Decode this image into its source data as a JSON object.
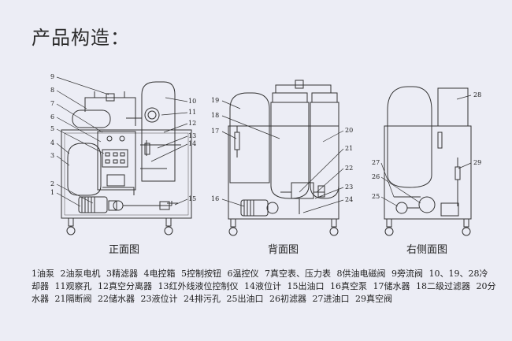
{
  "title": "产品构造：",
  "views": {
    "front": "正面图",
    "back": "背面图",
    "side": "右侧面图"
  },
  "callouts": {
    "front": [
      "9",
      "8",
      "7",
      "6",
      "5",
      "4",
      "3",
      "2",
      "1",
      "10",
      "11",
      "12",
      "13",
      "14",
      "15"
    ],
    "back": [
      "19",
      "18",
      "17",
      "16",
      "20",
      "21",
      "22",
      "23",
      "24"
    ],
    "side": [
      "28",
      "29",
      "27",
      "26",
      "25"
    ]
  },
  "legend": [
    "1油泵",
    "2油泵电机",
    "3精滤器",
    "4电控箱",
    "5控制按钮",
    "6温控仪",
    "7真空表、压力表",
    "8供油电磁阀",
    "9旁流阀",
    "10、19、28冷却器",
    "11观察孔",
    "12真空分离器",
    "13红外线液位控制仪",
    "14液位计",
    "15出油口",
    "16真空泵",
    "17储水器",
    "18二级过滤器",
    "20分水器",
    "21隔断阀",
    "22储水器",
    "23液位计",
    "24排污孔",
    "25出油口",
    "26初滤器",
    "27进油口",
    "29真空阀"
  ]
}
